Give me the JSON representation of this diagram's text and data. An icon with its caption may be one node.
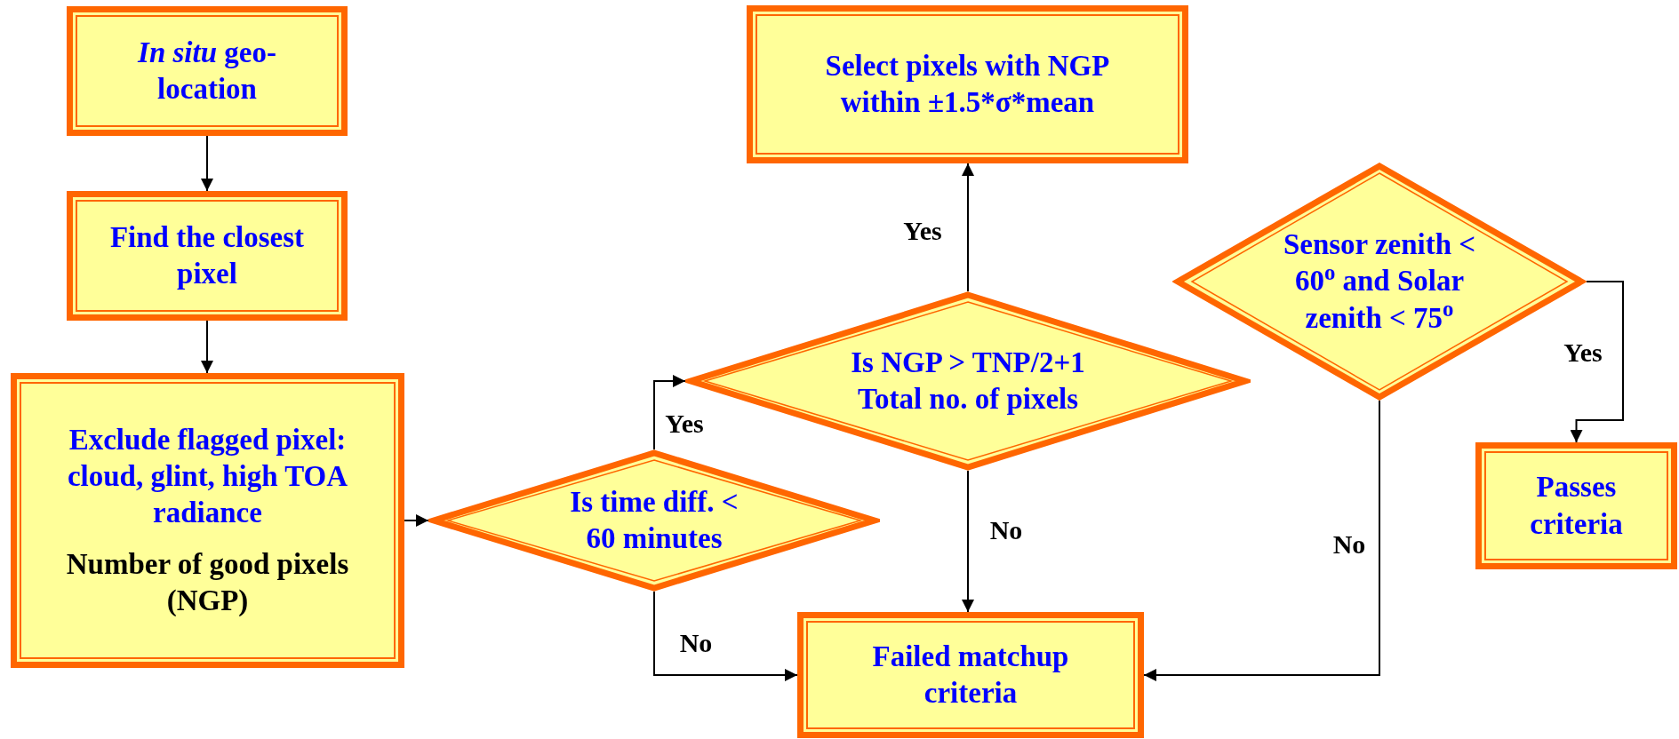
{
  "diagram": {
    "nodes": [
      {
        "text": [
          "*In situ* geo-location"
        ]
      },
      {
        "text": [
          "Find the closest pixel"
        ]
      },
      {
        "text": [
          "Exclude flagged pixel: cloud, glint, high TOA radiance",
          "Number of good pixels (NGP)"
        ]
      },
      {
        "text": [
          "Is time diff. < 60 minutes"
        ]
      },
      {
        "text": [
          "Is NGP > TNP/2+1 Total no. of pixels"
        ]
      },
      {
        "text": [
          "Select pixels with NGP within ±1.5*σ*mean"
        ]
      },
      {
        "text": [
          "Sensor zenith < 60$^{o}$ and Solar zenith < 75$^{o}$"
        ]
      },
      {
        "text": [
          "Passes criteria"
        ]
      },
      {
        "text": [
          "Failed matchup criteria"
        ]
      }
    ],
    "edges": [
      {
        "from": 0,
        "to": 1,
        "arrow": "to"
      },
      {
        "from": 1,
        "to": 2,
        "arrow": "to"
      },
      {
        "from": 2,
        "to": 3,
        "arrow": "to"
      },
      {
        "from": 3,
        "to": 4,
        "arrow": "to",
        "label": "Yes"
      },
      {
        "from": 3,
        "to": 8,
        "arrow": "to",
        "label": "No"
      },
      {
        "from": 4,
        "to": 5,
        "arrow": "to",
        "label": "Yes"
      },
      {
        "from": 4,
        "to": 8,
        "arrow": "to",
        "label": "No"
      },
      {
        "from": 6,
        "to": 7,
        "arrow": "to",
        "label": "Yes"
      },
      {
        "from": 6,
        "to": 8,
        "arrow": "to",
        "label": "No"
      }
    ]
  }
}
